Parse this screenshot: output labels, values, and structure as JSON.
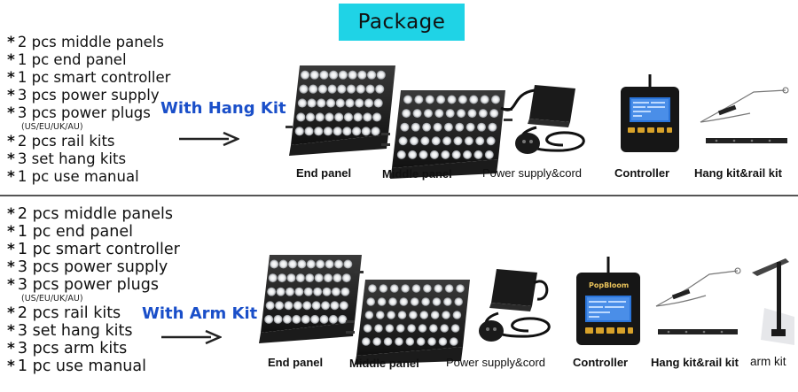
{
  "title": "Package",
  "top_section": {
    "items": [
      {
        "text": "2 pcs middle panels"
      },
      {
        "text": "1 pc end panel"
      },
      {
        "text": "1 pc smart controller"
      },
      {
        "text": "3 pcs power supply"
      },
      {
        "text": "3 pcs power plugs"
      }
    ],
    "plug_note": "(US/EU/UK/AU)",
    "items_after": [
      {
        "text": "2 pcs rail kits"
      },
      {
        "text": "3 set hang kits"
      },
      {
        "text": "1 pc use manual"
      }
    ],
    "kit_label": "With Hang Kit",
    "captions": {
      "end_panel": "End panel",
      "middle_panel": "Middle panel",
      "power": "Power supply&cord",
      "controller": "Controller",
      "hang_rail": "Hang kit&rail kit"
    }
  },
  "bottom_section": {
    "items": [
      {
        "text": "2 pcs middle panels"
      },
      {
        "text": "1 pc end panel"
      },
      {
        "text": "1 pc smart controller"
      },
      {
        "text": "3 pcs power supply"
      },
      {
        "text": "3 pcs power plugs"
      }
    ],
    "plug_note": "(US/EU/UK/AU)",
    "items_after": [
      {
        "text": "2 pcs rail kits"
      },
      {
        "text": "3 set hang kits"
      },
      {
        "text": "3 pcs arm kits"
      },
      {
        "text": "1 pc use manual"
      }
    ],
    "kit_label": "With Arm Kit",
    "captions": {
      "end_panel": "End panel",
      "middle_panel": "Middle panel",
      "power": "Power supply&cord",
      "controller": "Controller",
      "hang_rail": "Hang kit&rail kit",
      "arm": "arm kit"
    }
  },
  "brand_text": "PopBloom",
  "colors": {
    "title_bg": "#1fd3e6",
    "kit_label": "#1a4fc9"
  }
}
